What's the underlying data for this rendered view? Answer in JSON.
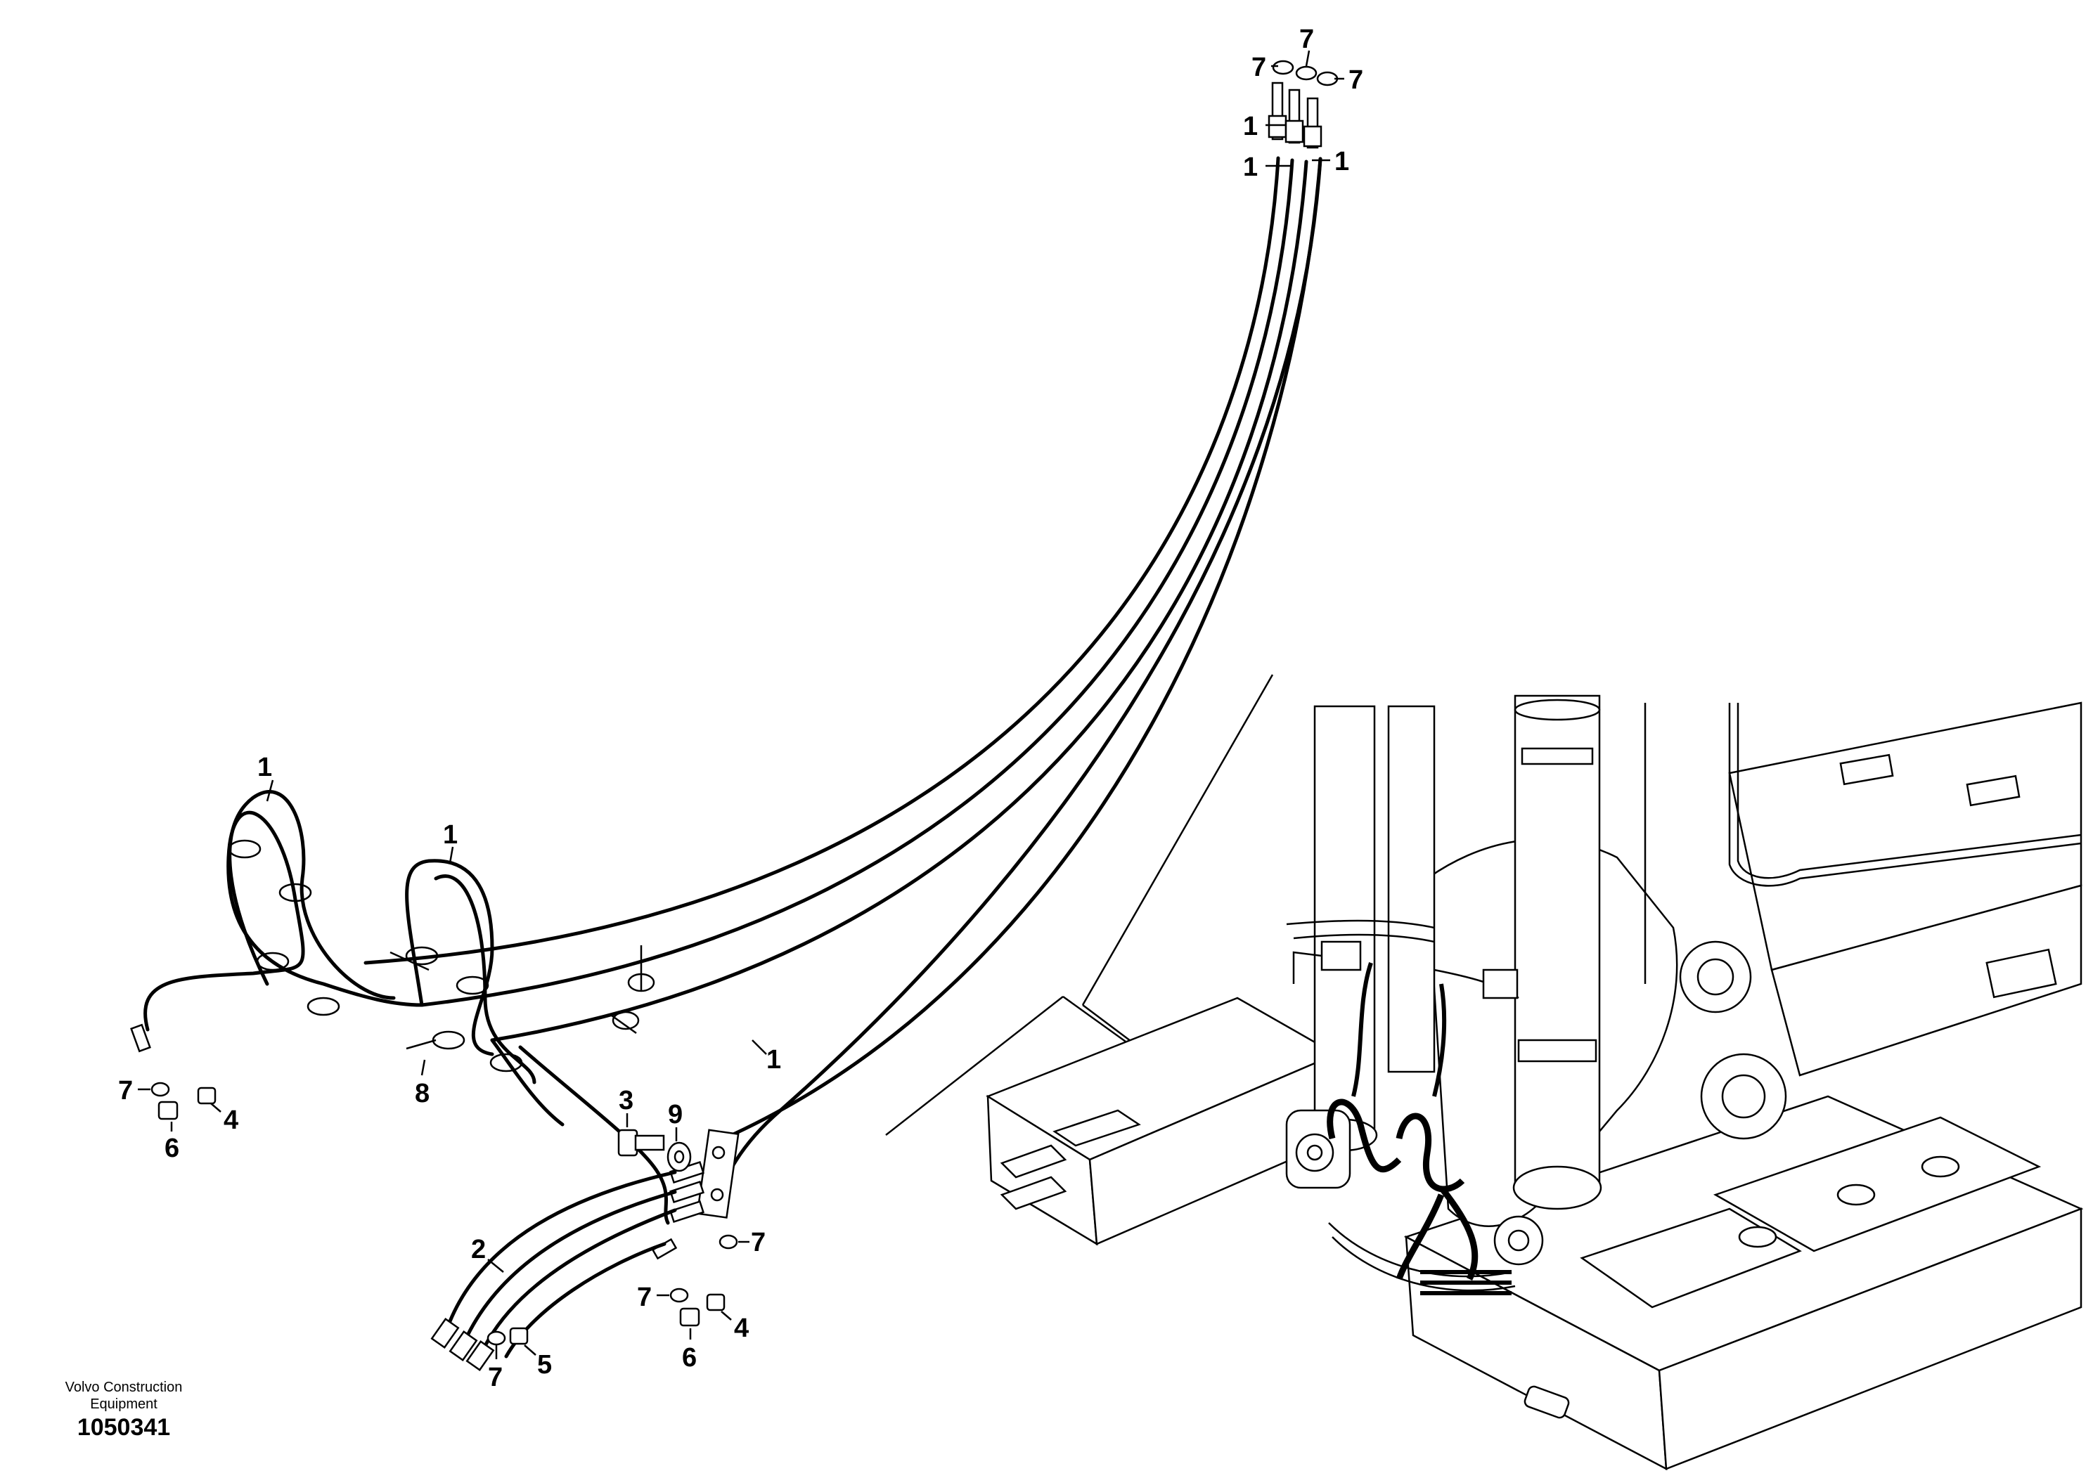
{
  "callouts": {
    "top_7a": "7",
    "top_7b": "7",
    "top_7c": "7",
    "top_1a": "1",
    "top_1b": "1",
    "top_1c": "1",
    "left_loop_1": "1",
    "mid_loop_1": "1",
    "right_hose_1": "1",
    "clip_8": "8",
    "left_7": "7",
    "left_6": "6",
    "left_4": "4",
    "bolt_3": "3",
    "washer_9": "9",
    "block_7": "7",
    "hose_2": "2",
    "bottom_7": "7",
    "bottom_5": "5",
    "right_7": "7",
    "right_6": "6",
    "right_4": "4"
  },
  "footer": {
    "maker_line1": "Volvo Construction",
    "maker_line2": "Equipment",
    "drawing_number": "1050341"
  }
}
